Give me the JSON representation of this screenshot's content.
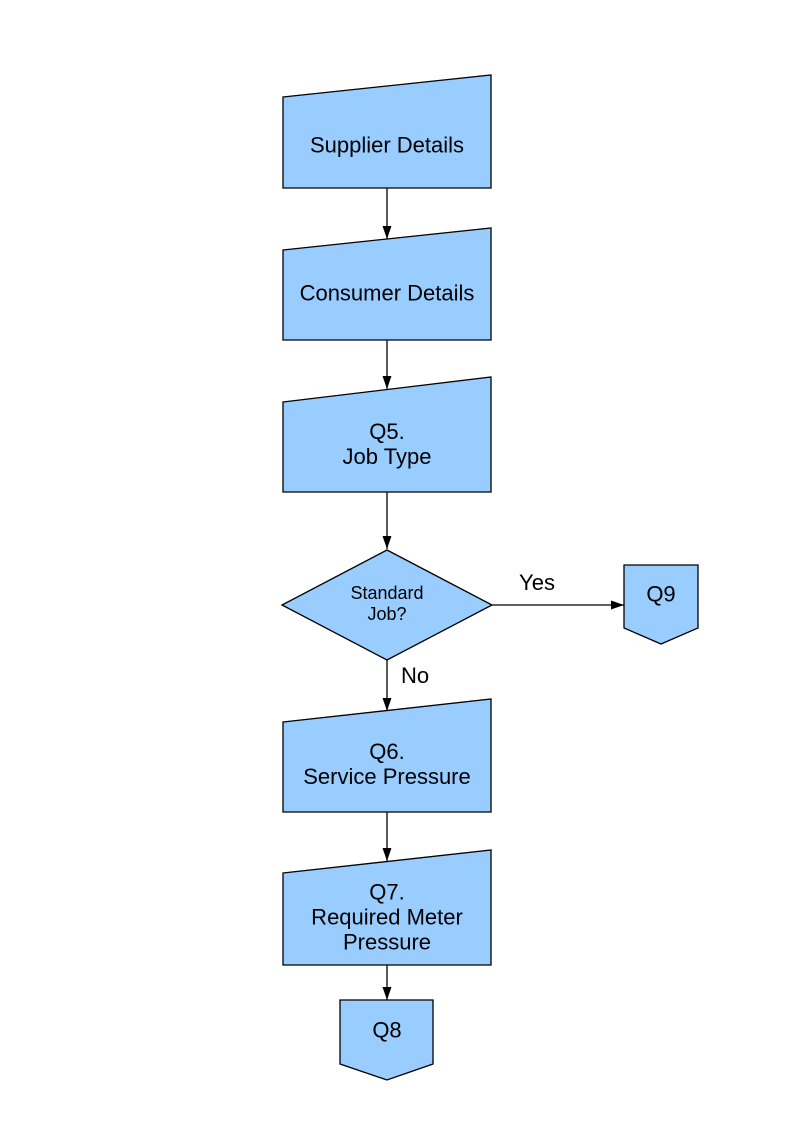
{
  "colors": {
    "background": "#FFFFFF",
    "shape_fill": "#99CCFF",
    "shape_stroke": "#000000",
    "connector": "#000000",
    "text": "#000000"
  },
  "diagram": {
    "type": "flowchart",
    "nodes": {
      "supplier": {
        "label": "Supplier Details",
        "shape": "manual-input"
      },
      "consumer": {
        "label": "Consumer Details",
        "shape": "manual-input"
      },
      "q5": {
        "label": "Q5.\nJob Type",
        "shape": "manual-input"
      },
      "decision": {
        "label": "Standard\nJob?",
        "shape": "decision-diamond"
      },
      "q9": {
        "label": "Q9",
        "shape": "offpage-connector"
      },
      "q6": {
        "label": "Q6.\nService Pressure",
        "shape": "manual-input"
      },
      "q7": {
        "label": "Q7.\nRequired Meter\nPressure",
        "shape": "manual-input"
      },
      "q8": {
        "label": "Q8",
        "shape": "offpage-connector"
      }
    },
    "edges": {
      "yes_label": "Yes",
      "no_label": "No"
    }
  }
}
